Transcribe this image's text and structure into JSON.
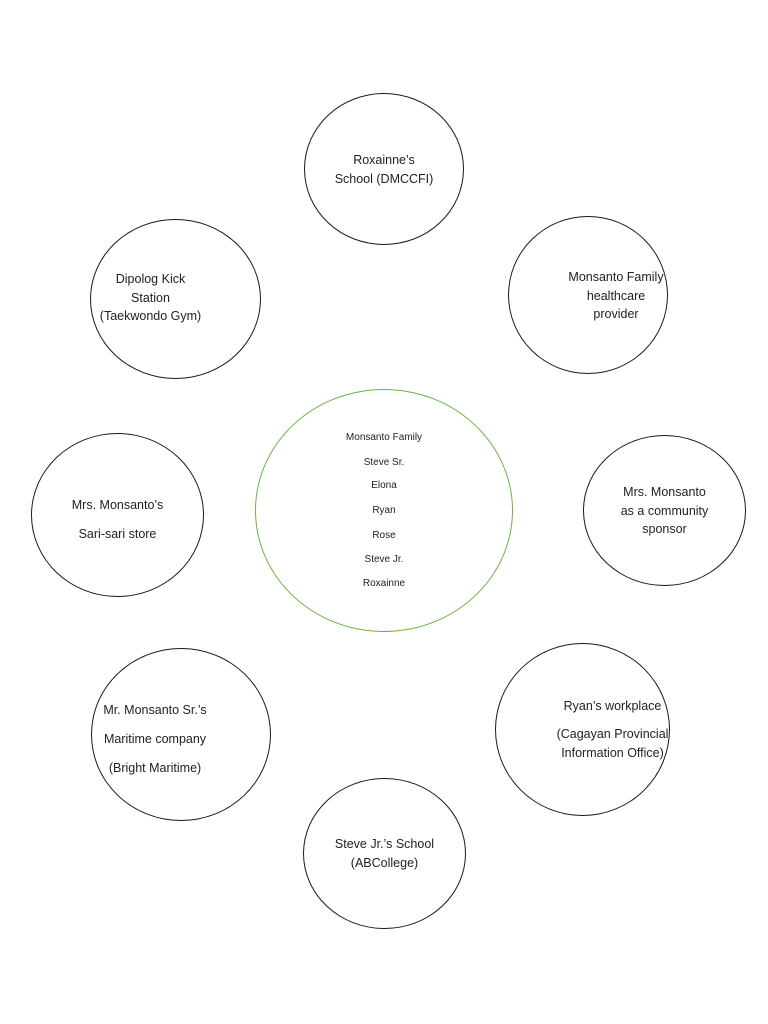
{
  "center": {
    "title": "Monsanto Family",
    "members": [
      "Steve Sr.",
      "Elona",
      "Ryan",
      "Rose",
      "Steve Jr.",
      "Roxainne"
    ],
    "border_color": "#6db33f"
  },
  "nodes": {
    "school_roxainne": {
      "lines": [
        "Roxainne’s",
        "School (DMCCFI)"
      ]
    },
    "healthcare": {
      "lines": [
        "Monsanto Family",
        "healthcare",
        "provider"
      ]
    },
    "community_sponsor": {
      "lines": [
        "Mrs. Monsanto",
        "as a community",
        "sponsor"
      ]
    },
    "ryan_workplace": {
      "lines": [
        "Ryan’s workplace",
        "(Cagayan Provincial",
        "Information Office)"
      ]
    },
    "school_steve_jr": {
      "lines": [
        "Steve Jr.’s School",
        "(ABCollege)"
      ]
    },
    "maritime": {
      "lines": [
        "Mr. Monsanto Sr.’s",
        "Maritime company",
        "(Bright Maritime)"
      ]
    },
    "sari_sari": {
      "lines": [
        "Mrs. Monsanto’s",
        "Sari-sari store"
      ]
    },
    "taekwondo": {
      "lines": [
        "Dipolog Kick",
        "Station",
        "(Taekwondo Gym)"
      ]
    }
  },
  "colors": {
    "node_border": "#1a1a1a",
    "text": "#222222"
  }
}
